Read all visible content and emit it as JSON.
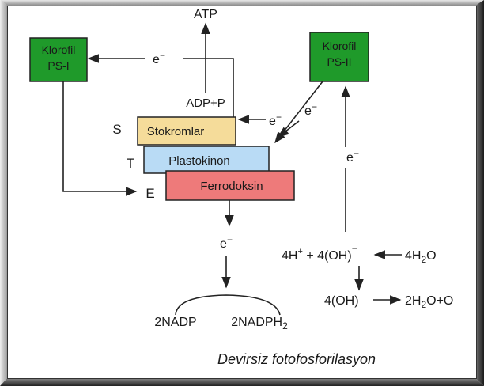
{
  "labels": {
    "atp": "ATP",
    "adp_p": "ADP+P",
    "s": "S",
    "t": "T",
    "e_letter": "E",
    "e_minus": "e",
    "minus": "−",
    "ps1_line1": "Klorofil",
    "ps1_line2": "PS-I",
    "ps2_line1": "Klorofil",
    "ps2_line2": "PS-II",
    "stokromlar": "Stokromlar",
    "plastokinon": "Plastokinon",
    "ferrodoksin": "Ferrodoksin",
    "nadp": "2NADP",
    "nadph2_main": "2NADPH",
    "nadph2_sub": "2",
    "water_lhs_4h": "4H",
    "water_lhs_plus": "+",
    "water_lhs_mid": " + 4(OH)",
    "water_lhs_minus": "−",
    "water_rhs": "4H",
    "water_rhs_sub": "2",
    "water_rhs_o": "O",
    "oh_lhs": "4(OH)",
    "product_main": "2H",
    "product_sub": "2",
    "product_rest": "O+O",
    "caption": "Devirsiz fotofosforilasyon"
  },
  "colors": {
    "chlorophyll_green": "#1f9a2a",
    "stokromlar_fill": "#f5dc9a",
    "plastokinon_fill": "#b9dbf5",
    "ferrodoksin_fill": "#ee7a7a",
    "arrow": "#222222"
  }
}
